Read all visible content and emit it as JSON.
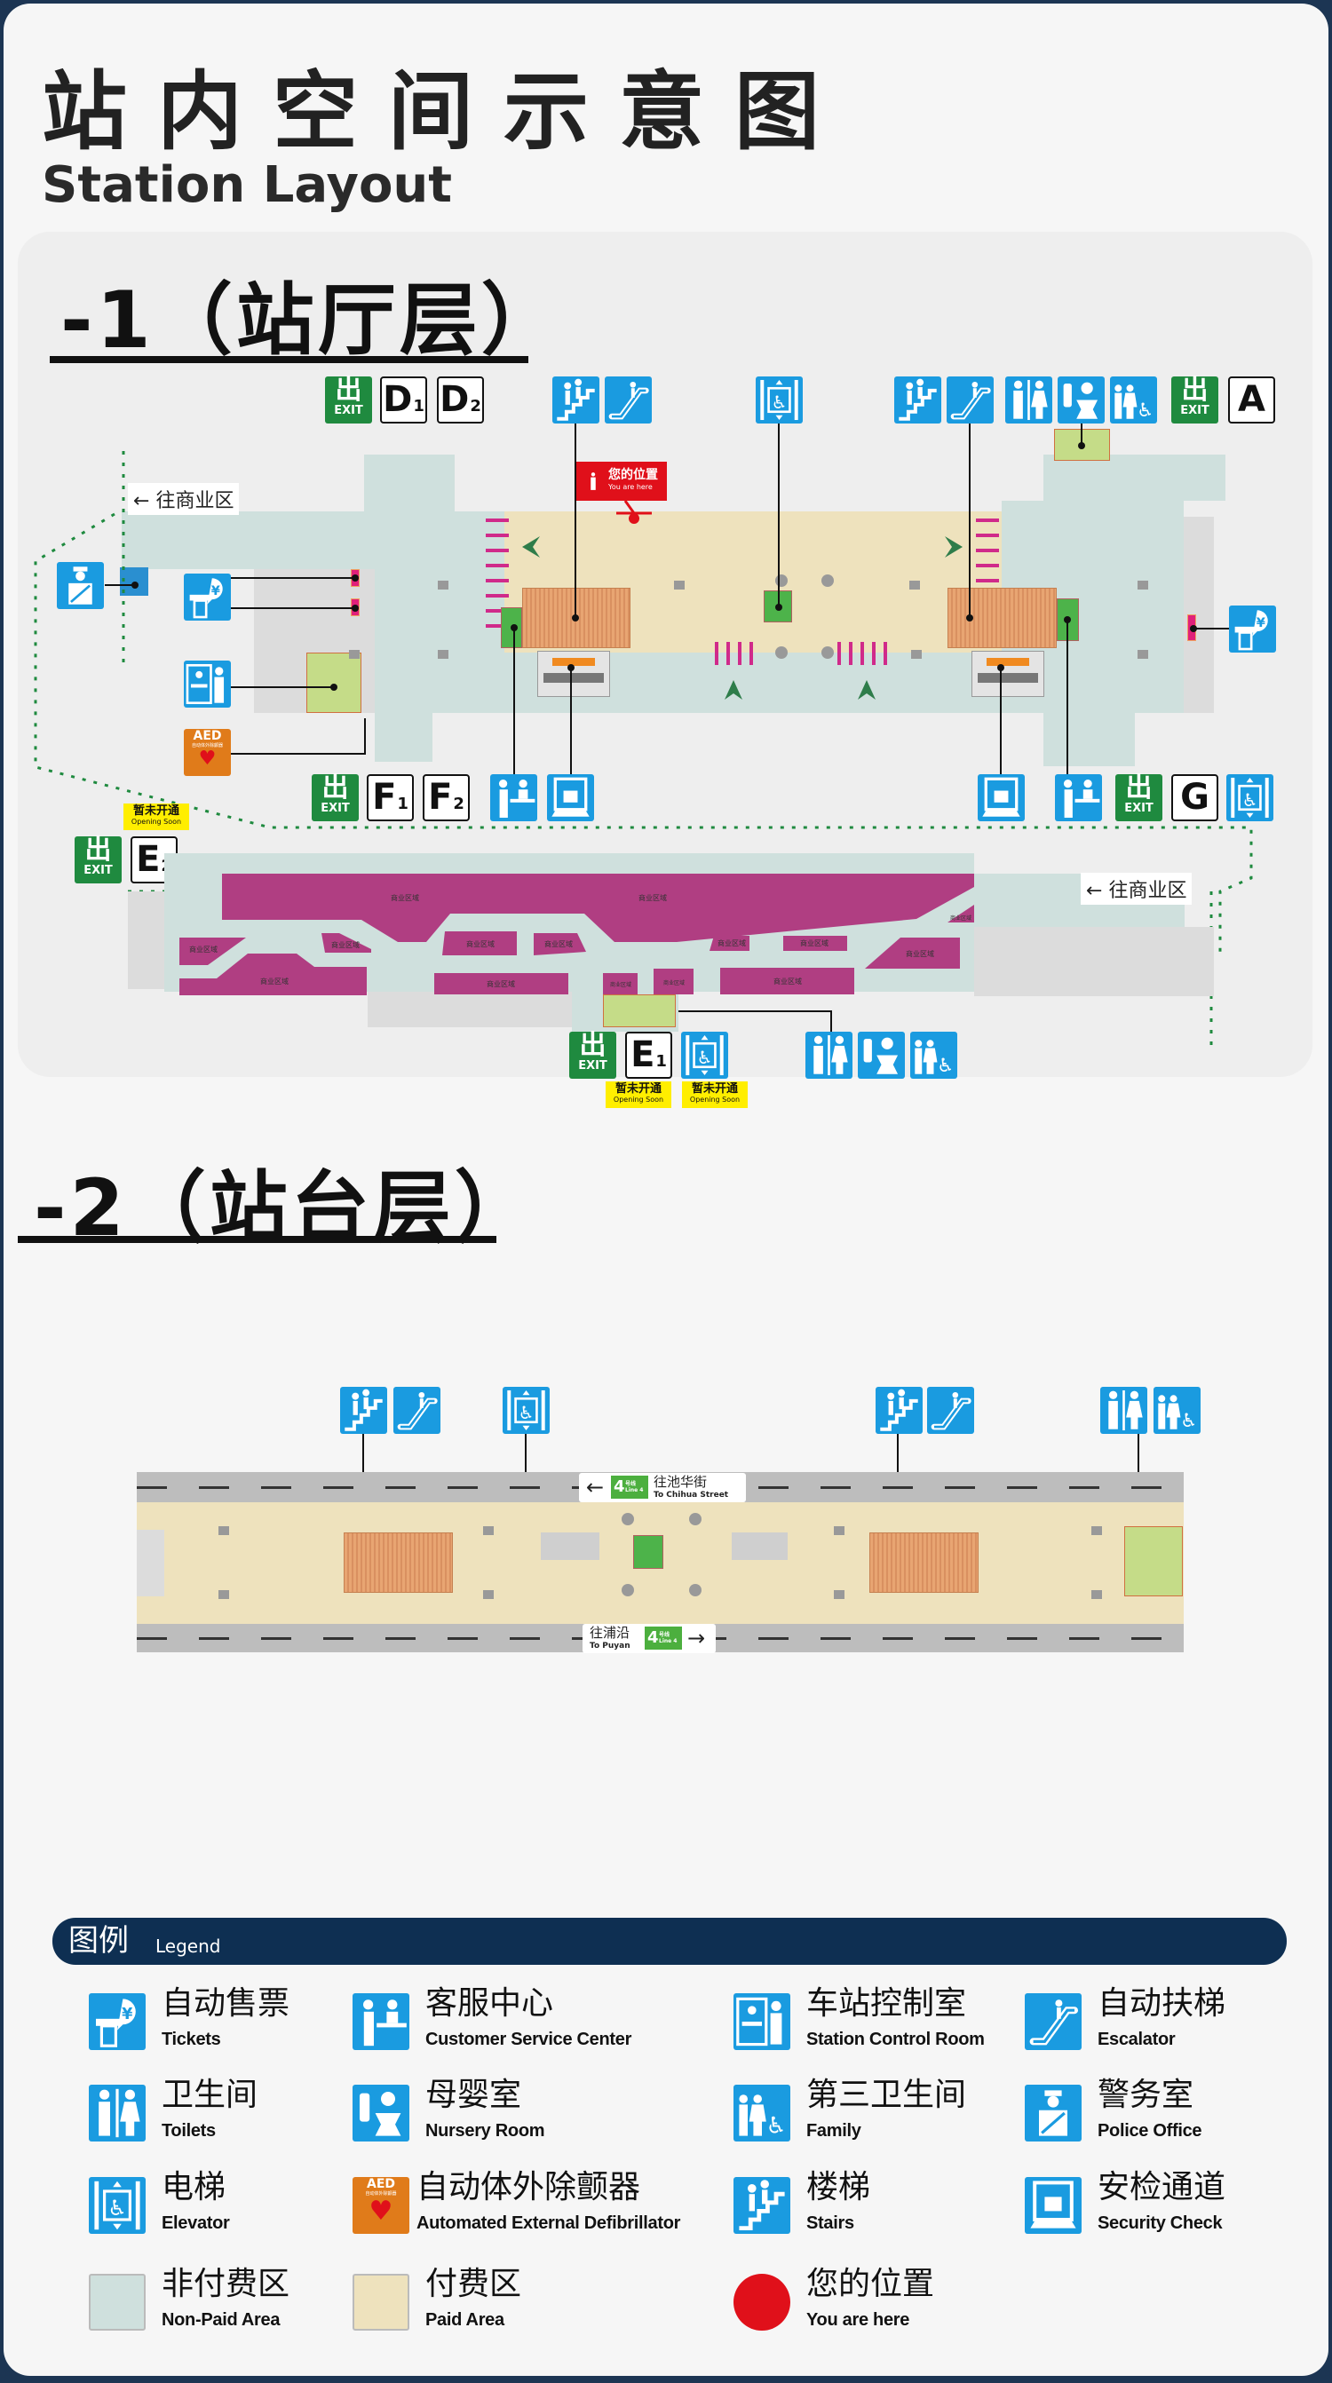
{
  "title": {
    "cn": "站内空间示意图",
    "en": "Station Layout"
  },
  "common": {
    "exit_cn": "出",
    "exit_en": "EXIT",
    "opening_soon_cn": "暂未开通",
    "opening_soon_en": "Opening Soon",
    "to_commercial": "往商业区",
    "commercial_zone": "商业区域",
    "you_are_here_cn": "您的位置",
    "you_are_here_en": "You are here",
    "aed": "AED",
    "aed_sub": "自动体外除颤器",
    "heart": "♥"
  },
  "level1": {
    "title": "-1（站厅层）",
    "exits": {
      "d1": {
        "letter": "D",
        "sub": "1"
      },
      "d2": {
        "letter": "D",
        "sub": "2"
      },
      "a": {
        "letter": "A"
      },
      "f1": {
        "letter": "F",
        "sub": "1"
      },
      "f2": {
        "letter": "F",
        "sub": "2"
      },
      "g": {
        "letter": "G"
      },
      "e2": {
        "letter": "E",
        "sub": "2"
      },
      "e1": {
        "letter": "E",
        "sub": "1"
      }
    }
  },
  "level2": {
    "title": "-2（站台层）",
    "north": {
      "arrow": "←",
      "cn": "往池华街",
      "en": "To Chihua Street",
      "line": "4",
      "line_cn": "号线",
      "line_en": "Line 4"
    },
    "south": {
      "arrow": "→",
      "cn": "往浦沿",
      "en": "To Puyan",
      "line": "4",
      "line_cn": "号线",
      "line_en": "Line 4"
    }
  },
  "legend": {
    "title_cn": "图例",
    "title_en": "Legend",
    "items": [
      {
        "icon": "ticket-icon",
        "cn": "自动售票",
        "en": "Tickets"
      },
      {
        "icon": "customer-service-icon",
        "cn": "客服中心",
        "en": "Customer Service Center"
      },
      {
        "icon": "control-room-icon",
        "cn": "车站控制室",
        "en": "Station Control Room"
      },
      {
        "icon": "escalator-icon",
        "cn": "自动扶梯",
        "en": "Escalator"
      },
      {
        "icon": "toilets-icon",
        "cn": "卫生间",
        "en": "Toilets"
      },
      {
        "icon": "nursery-icon",
        "cn": "母婴室",
        "en": "Nursery Room"
      },
      {
        "icon": "family-toilet-icon",
        "cn": "第三卫生间",
        "en": "Family"
      },
      {
        "icon": "police-icon",
        "cn": "警务室",
        "en": "Police Office"
      },
      {
        "icon": "elevator-icon",
        "cn": "电梯",
        "en": "Elevator"
      },
      {
        "icon": "aed-icon",
        "cn": "自动体外除颤器",
        "en": "Automated External Defibrillator"
      },
      {
        "icon": "stairs-icon",
        "cn": "楼梯",
        "en": "Stairs"
      },
      {
        "icon": "security-check-icon",
        "cn": "安检通道",
        "en": "Security Check"
      },
      {
        "icon": "non-paid-swatch",
        "cn": "非付费区",
        "en": "Non-Paid Area"
      },
      {
        "icon": "paid-swatch",
        "cn": "付费区",
        "en": "Paid Area"
      },
      {
        "icon": "you-are-here-dot",
        "cn": "您的位置",
        "en": "You are here"
      }
    ]
  },
  "colors": {
    "non_paid": "#cfe0dd",
    "paid": "#eee2bd",
    "commercial": "#b03e82",
    "icon_blue": "#1a9be0",
    "exit_green": "#1f8a3f",
    "you_are_here": "#e0101a",
    "legend_bar": "#0e2f52"
  }
}
